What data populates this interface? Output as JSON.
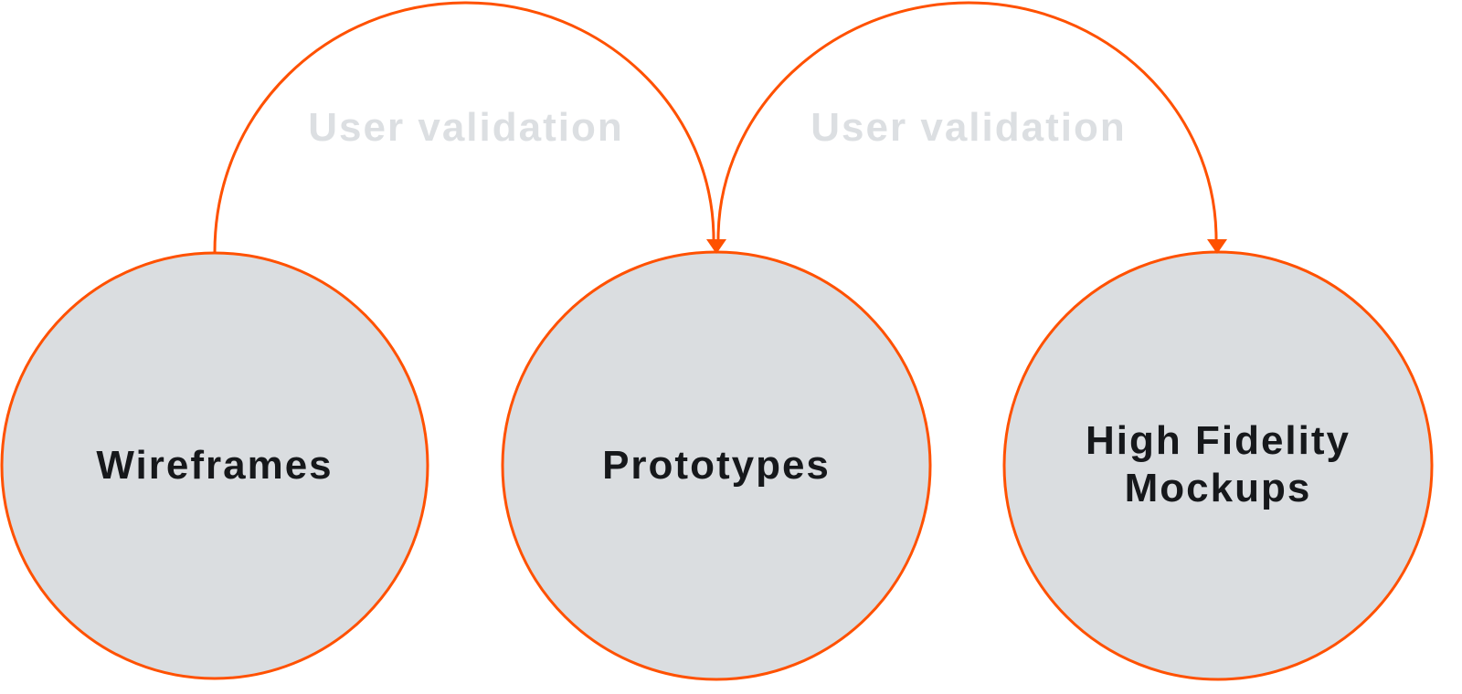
{
  "nodes": [
    {
      "label_lines": [
        "Wireframes"
      ]
    },
    {
      "label_lines": [
        "Prototypes"
      ]
    },
    {
      "label_lines": [
        "High Fidelity",
        "Mockups"
      ]
    }
  ],
  "edges": [
    {
      "from": "Wireframes",
      "to": "Prototypes",
      "label": "User validation"
    },
    {
      "from": "Prototypes",
      "to": "High Fidelity Mockups",
      "label": "User validation"
    }
  ],
  "colors": {
    "stroke": "#FF5100",
    "node_fill": "#DADDE0",
    "edge_label": "#DCDFE2",
    "node_text": "#16181B"
  }
}
